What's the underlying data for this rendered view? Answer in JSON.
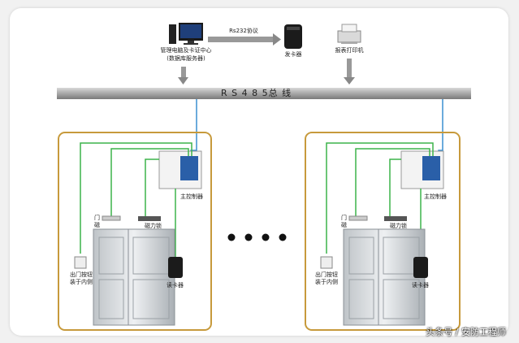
{
  "server_label_1": "管理电脑及卡证中心",
  "server_label_2": "(数据库服务器)",
  "rs232_label": "Rs232协议",
  "card_issuer_label": "发卡器",
  "printer_label": "报表打印机",
  "bus_label": "R S 4 8 5总 线",
  "left_unit": {
    "controller_label": "主控制器",
    "door_sensor_label": "门磁",
    "maglock_label": "磁力锁",
    "exit_button_label_1": "出门按钮",
    "exit_button_label_2": "装于内侧",
    "reader_label": "读卡器"
  },
  "right_unit": {
    "controller_label": "主控制器",
    "door_sensor_label": "门磁",
    "maglock_label": "磁力锁",
    "exit_button_label_1": "出门按钮",
    "exit_button_label_2": "装于内侧",
    "reader_label": "读卡器"
  },
  "watermark": "头条号 / 安防工程师",
  "colors": {
    "wire_green": "#3cb44a",
    "wire_blue": "#3a8fd0",
    "unit_border": "#c79a3c",
    "bus": "#9a9a9a"
  }
}
